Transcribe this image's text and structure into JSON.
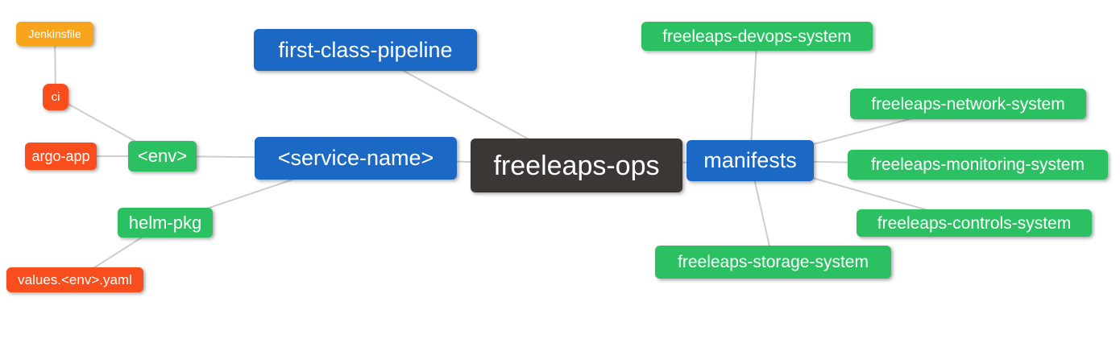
{
  "palette": {
    "blue": "#1C68C5",
    "green": "#2BC162",
    "orange": "#F8A51D",
    "red": "#F84D1D",
    "dark": "#3B3734",
    "edge_line": "#CDCDCD",
    "node_text": "#FFFFFF"
  },
  "diagram": {
    "root": "freeleaps-ops",
    "nodes": {
      "jenkinsfile": {
        "label": "Jenkinsfile",
        "color": "#F8A51D"
      },
      "ci": {
        "label": "ci",
        "color": "#F84D1D"
      },
      "argo_app": {
        "label": "argo-app",
        "color": "#F84D1D"
      },
      "env": {
        "label": "<env>",
        "color": "#2BC162"
      },
      "helm_pkg": {
        "label": "helm-pkg",
        "color": "#2BC162"
      },
      "values_env_yaml": {
        "label": "values.<env>.yaml",
        "color": "#F84D1D"
      },
      "first_class_pipeline": {
        "label": "first-class-pipeline",
        "color": "#1C68C5"
      },
      "service_name": {
        "label": "<service-name>",
        "color": "#1C68C5"
      },
      "freeleaps_ops": {
        "label": "freeleaps-ops",
        "color": "#3B3734"
      },
      "manifests": {
        "label": "manifests",
        "color": "#1C68C5"
      },
      "devops_system": {
        "label": "freeleaps-devops-system",
        "color": "#2BC162"
      },
      "network_system": {
        "label": "freeleaps-network-system",
        "color": "#2BC162"
      },
      "monitoring_system": {
        "label": "freeleaps-monitoring-system",
        "color": "#2BC162"
      },
      "controls_system": {
        "label": "freeleaps-controls-system",
        "color": "#2BC162"
      },
      "storage_system": {
        "label": "freeleaps-storage-system",
        "color": "#2BC162"
      }
    },
    "edges": [
      {
        "from": "jenkinsfile",
        "to": "ci"
      },
      {
        "from": "ci",
        "to": "env"
      },
      {
        "from": "argo_app",
        "to": "env"
      },
      {
        "from": "env",
        "to": "service_name"
      },
      {
        "from": "helm_pkg",
        "to": "service_name"
      },
      {
        "from": "values_env_yaml",
        "to": "helm_pkg"
      },
      {
        "from": "first_class_pipeline",
        "to": "freeleaps_ops"
      },
      {
        "from": "service_name",
        "to": "freeleaps_ops"
      },
      {
        "from": "freeleaps_ops",
        "to": "manifests"
      },
      {
        "from": "manifests",
        "to": "devops_system"
      },
      {
        "from": "manifests",
        "to": "network_system"
      },
      {
        "from": "manifests",
        "to": "monitoring_system"
      },
      {
        "from": "manifests",
        "to": "controls_system"
      },
      {
        "from": "manifests",
        "to": "storage_system"
      }
    ]
  }
}
